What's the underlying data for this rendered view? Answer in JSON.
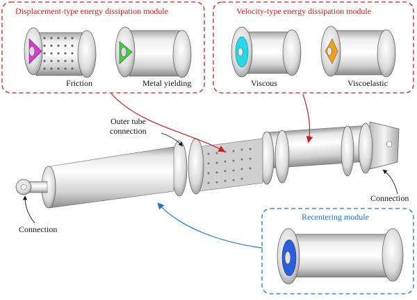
{
  "colors": {
    "red_frame": "#c61d1d",
    "blue_frame": "#1a73c9",
    "friction_fill": "#d43ad4",
    "metal_fill": "#3fcf3f",
    "viscous_fill": "#27d8e8",
    "viscoelastic_fill": "#f0a020",
    "recenter_fill": "#2a5fd8",
    "steel_light": "#f1f1f1",
    "steel_mid": "#c9c9c9",
    "steel_dark": "#7a7a7a"
  },
  "modules": {
    "displacement": {
      "title": "Displacement-type energy dissipation module",
      "items": [
        {
          "label": "Friction",
          "icon": "friction-module-icon"
        },
        {
          "label": "Metal yielding",
          "icon": "metal-yielding-module-icon"
        }
      ]
    },
    "velocity": {
      "title": "Velocity-type energy dissipation module",
      "items": [
        {
          "label": "Viscous",
          "icon": "viscous-module-icon"
        },
        {
          "label": "Viscoelastic",
          "icon": "viscoelastic-module-icon"
        }
      ]
    },
    "recentering": {
      "title": "Recentering module"
    }
  },
  "annotations": {
    "outer_tube_line1": "Outer tube",
    "outer_tube_line2": "connection",
    "connection_left": "Connection",
    "connection_right": "Connection"
  }
}
